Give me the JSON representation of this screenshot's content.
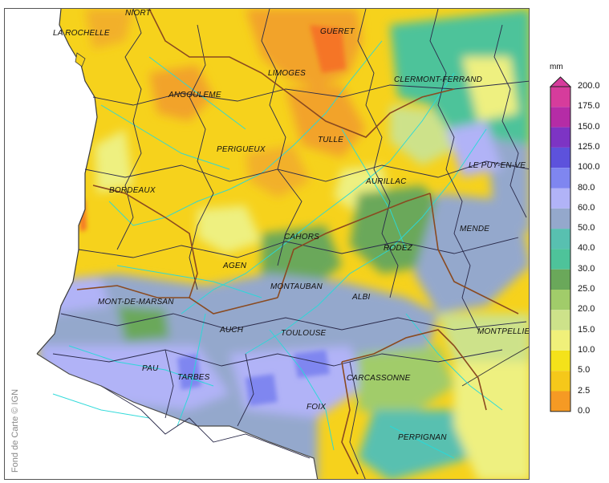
{
  "map": {
    "credit": "Fond de Carte © IGN",
    "cities": [
      {
        "name": "NIORT",
        "key": "niort"
      },
      {
        "name": "LA ROCHELLE",
        "key": "la-rochelle"
      },
      {
        "name": "GUERET",
        "key": "gueret"
      },
      {
        "name": "LIMOGES",
        "key": "limoges"
      },
      {
        "name": "CLERMONT-FERRAND",
        "key": "clermont-ferrand"
      },
      {
        "name": "ANGOULEME",
        "key": "angouleme"
      },
      {
        "name": "TULLE",
        "key": "tulle"
      },
      {
        "name": "PERIGUEUX",
        "key": "perigueux"
      },
      {
        "name": "LE PUY-EN-VE",
        "key": "le-puy-en-velay"
      },
      {
        "name": "AURILLAC",
        "key": "aurillac"
      },
      {
        "name": "BORDEAUX",
        "key": "bordeaux"
      },
      {
        "name": "MENDE",
        "key": "mende"
      },
      {
        "name": "CAHORS",
        "key": "cahors"
      },
      {
        "name": "RODEZ",
        "key": "rodez"
      },
      {
        "name": "AGEN",
        "key": "agen"
      },
      {
        "name": "MONTAUBAN",
        "key": "montauban"
      },
      {
        "name": "MONT-DE-MARSAN",
        "key": "mont-de-marsan"
      },
      {
        "name": "ALBI",
        "key": "albi"
      },
      {
        "name": "AUCH",
        "key": "auch"
      },
      {
        "name": "TOULOUSE",
        "key": "toulouse"
      },
      {
        "name": "MONTPELLIE",
        "key": "montpellier"
      },
      {
        "name": "PAU",
        "key": "pau"
      },
      {
        "name": "TARBES",
        "key": "tarbes"
      },
      {
        "name": "CARCASSONNE",
        "key": "carcassonne"
      },
      {
        "name": "FOIX",
        "key": "foix"
      },
      {
        "name": "PERPIGNAN",
        "key": "perpignan"
      }
    ]
  },
  "legend": {
    "unit": "mm",
    "levels": [
      {
        "label": "200.0",
        "color": "#d63c9c"
      },
      {
        "label": "175.0",
        "color": "#b52ca6"
      },
      {
        "label": "150.0",
        "color": "#7d34c4"
      },
      {
        "label": "125.0",
        "color": "#5d52dc"
      },
      {
        "label": "100.0",
        "color": "#7f86f0"
      },
      {
        "label": "80.0",
        "color": "#b1b3f7"
      },
      {
        "label": "60.0",
        "color": "#94a8cc"
      },
      {
        "label": "50.0",
        "color": "#58c0b0"
      },
      {
        "label": "40.0",
        "color": "#4ec39a"
      },
      {
        "label": "30.0",
        "color": "#6aa85a"
      },
      {
        "label": "25.0",
        "color": "#a1cc6a"
      },
      {
        "label": "20.0",
        "color": "#cde28a"
      },
      {
        "label": "15.0",
        "color": "#f0f07a"
      },
      {
        "label": "10.0",
        "color": "#f4e21a"
      },
      {
        "label": "5.0",
        "color": "#f5c81a"
      },
      {
        "label": "2.5",
        "color": "#f59a24"
      },
      {
        "label": "0.0",
        "color": "#f57428"
      }
    ]
  }
}
